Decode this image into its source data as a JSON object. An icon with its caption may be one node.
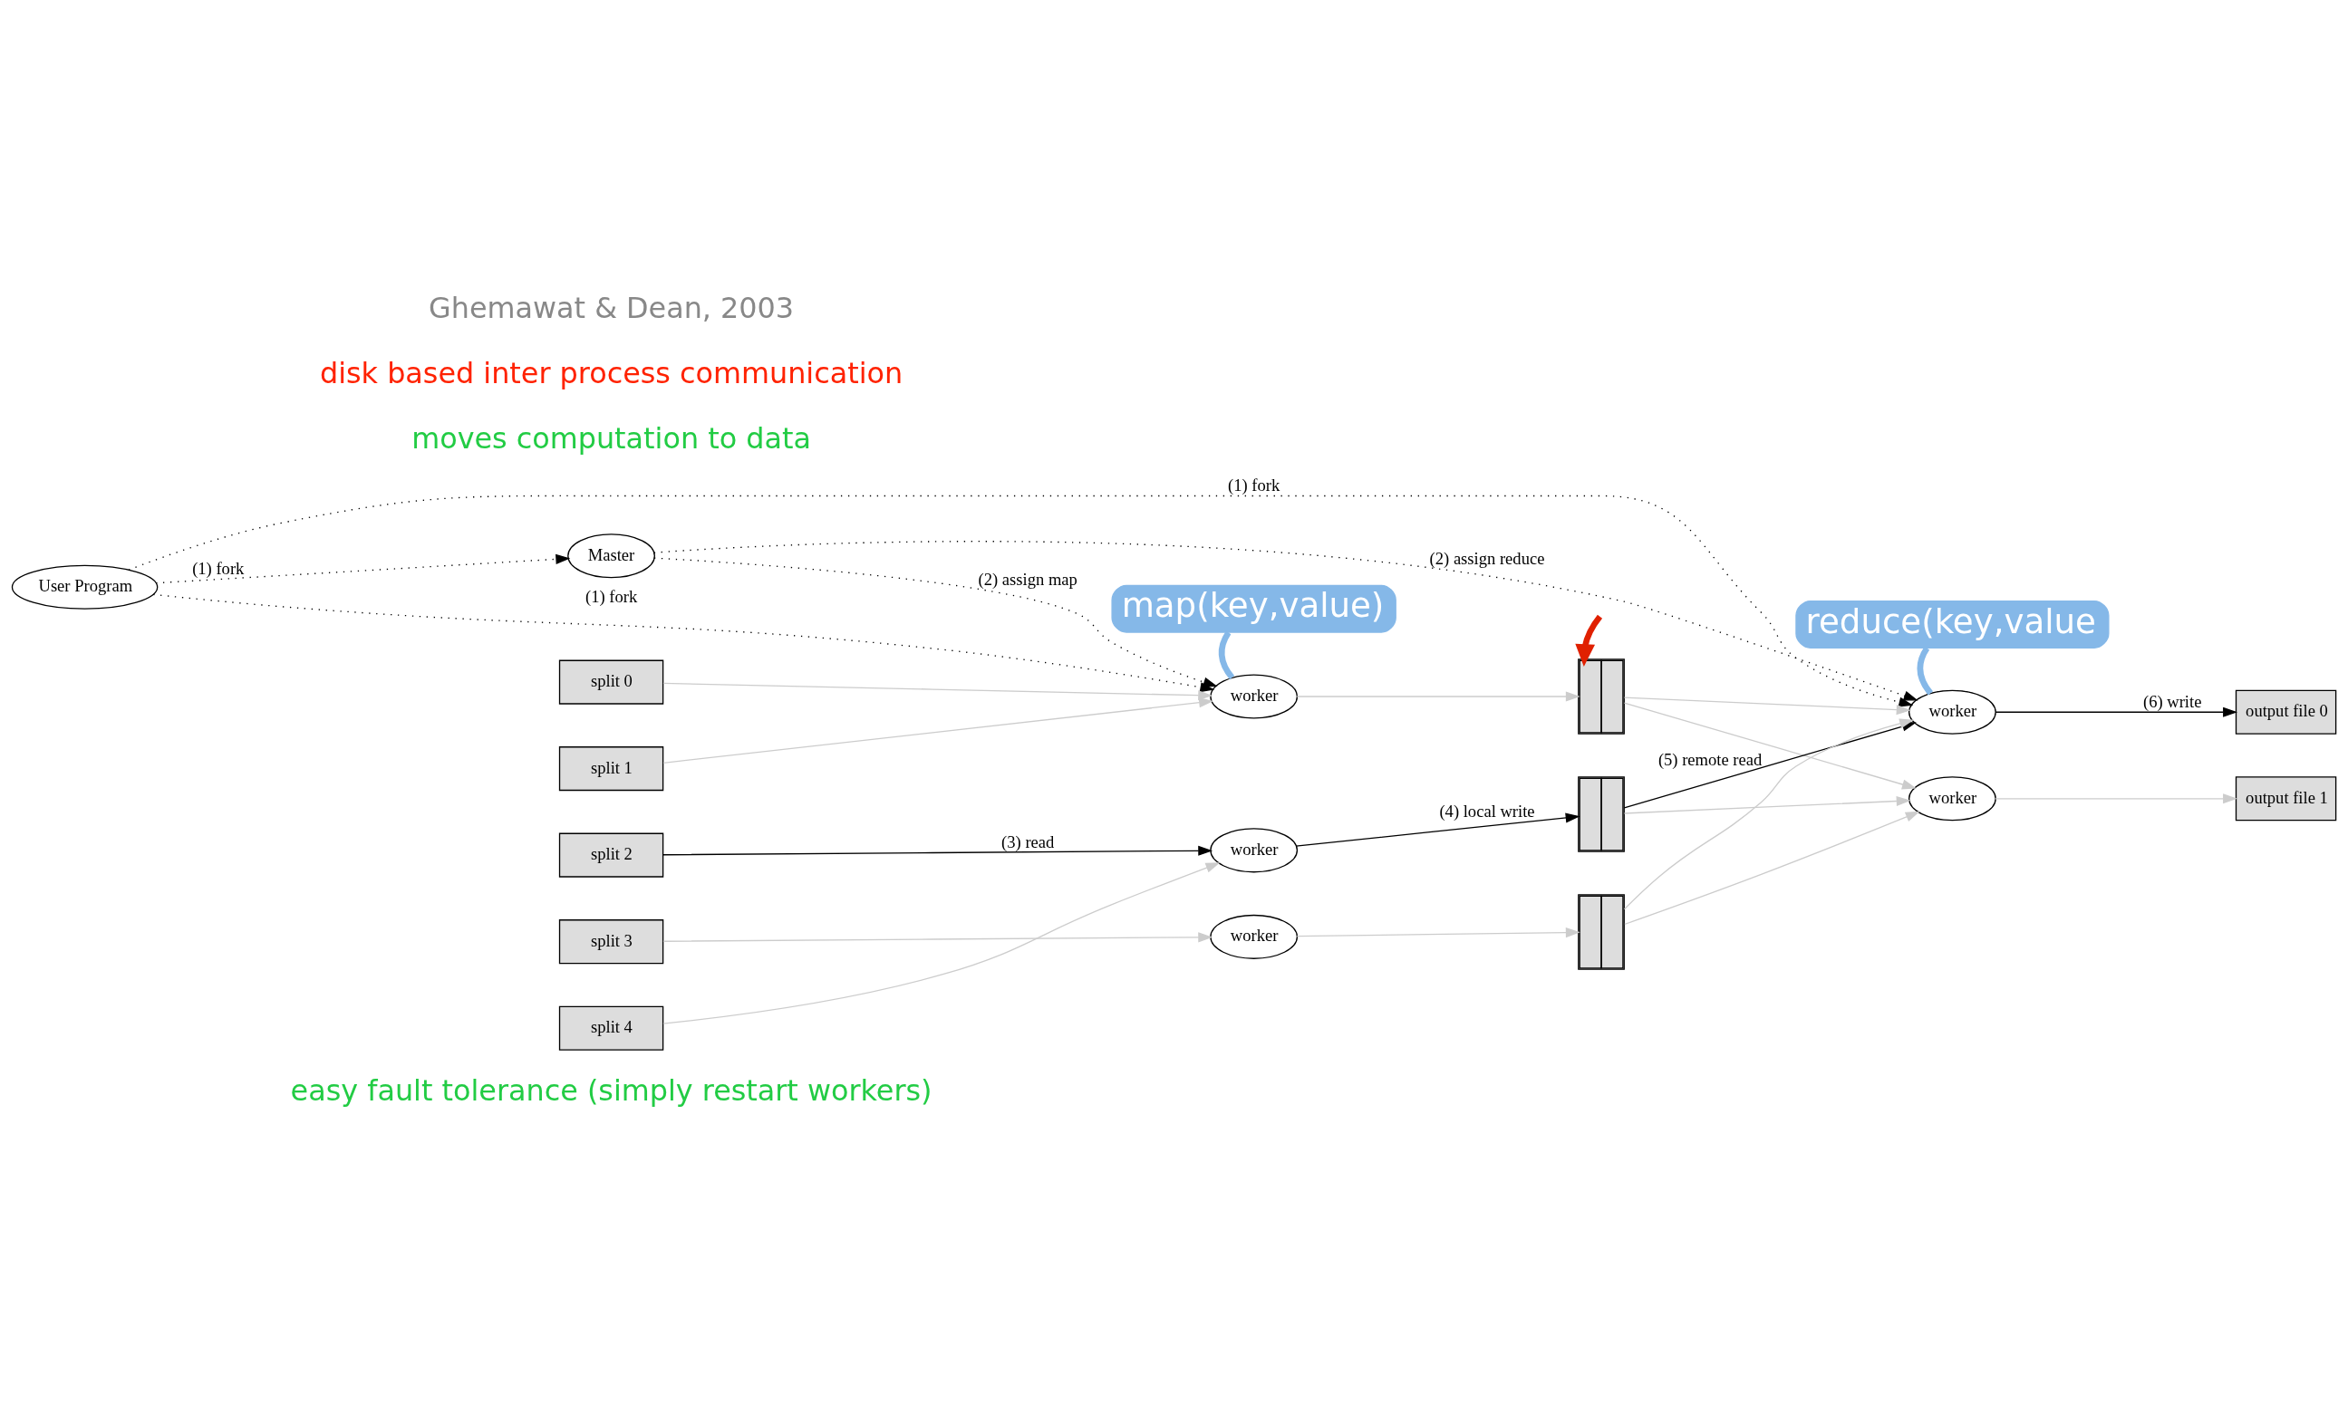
{
  "diagram": {
    "nodes": [
      {
        "text": [
          "User Program"
        ]
      },
      {
        "text": [
          "Master"
        ]
      },
      {
        "text": [
          "map(key,value)"
        ]
      },
      {
        "text": [
          "reduce(key,value"
        ]
      },
      {
        "text": [
          "split 0"
        ]
      },
      {
        "text": [
          "split 1"
        ]
      },
      {
        "text": [
          "split 2"
        ]
      },
      {
        "text": [
          "split 3"
        ]
      },
      {
        "text": [
          "split 4"
        ]
      },
      {
        "text": [
          "worker"
        ]
      },
      {
        "text": [
          "worker"
        ]
      },
      {
        "text": [
          "worker"
        ]
      },
      {
        "text": [],
        "shape": "box"
      },
      {
        "text": [],
        "shape": "box"
      },
      {
        "text": [],
        "shape": "box"
      },
      {
        "text": [
          "worker"
        ]
      },
      {
        "text": [
          "worker"
        ]
      },
      {
        "text": [
          "output file 0"
        ]
      },
      {
        "text": [
          "output file 1"
        ]
      }
    ],
    "edges": [
      {
        "from": 0,
        "to": 9,
        "label": "(1) fork",
        "arrow": "to",
        "style": "dashed",
        "color": "#000000"
      },
      {
        "from": 0,
        "to": 1,
        "label": "(1) fork",
        "arrow": "to",
        "style": "dashed",
        "color": "#000000"
      },
      {
        "from": 0,
        "to": 15,
        "label": "(1) fork",
        "arrow": "to",
        "style": "dashed",
        "color": "#000000"
      },
      {
        "from": 1,
        "to": 9,
        "label": "(2) assign map",
        "arrow": "to",
        "style": "dashed",
        "color": "#000000"
      },
      {
        "from": 1,
        "to": 15,
        "label": "(2) assign reduce",
        "arrow": "to",
        "style": "dashed",
        "color": "#000000"
      },
      {
        "from": 4,
        "to": 9,
        "arrow": "to",
        "color": "#cccccc"
      },
      {
        "from": 5,
        "to": 9,
        "arrow": "to",
        "color": "#cccccc"
      },
      {
        "from": 6,
        "to": 10,
        "label": "(3) read",
        "arrow": "to",
        "color": "#000000"
      },
      {
        "from": 7,
        "to": 11,
        "arrow": "to",
        "color": "#cccccc"
      },
      {
        "from": 8,
        "to": 10,
        "arrow": "to",
        "color": "#cccccc"
      },
      {
        "from": 9,
        "to": 12,
        "arrow": "to",
        "color": "#cccccc"
      },
      {
        "from": 10,
        "to": 13,
        "label": "(4) local write",
        "arrow": "to",
        "color": "#000000"
      },
      {
        "from": 11,
        "to": 14,
        "arrow": "to",
        "color": "#cccccc"
      },
      {
        "from": 12,
        "to": 15,
        "arrow": "to",
        "color": "#cccccc"
      },
      {
        "from": 12,
        "to": 16,
        "arrow": "to",
        "color": "#cccccc"
      },
      {
        "from": 13,
        "to": 15,
        "label": "(5) remote read",
        "arrow": "to",
        "color": "#000000"
      },
      {
        "from": 13,
        "to": 16,
        "arrow": "to",
        "color": "#cccccc"
      },
      {
        "from": 14,
        "to": 15,
        "arrow": "to",
        "color": "#cccccc"
      },
      {
        "from": 14,
        "to": 16,
        "arrow": "to",
        "color": "#cccccc"
      },
      {
        "from": 15,
        "to": 17,
        "label": "(6) write",
        "arrow": "to",
        "color": "#000000"
      },
      {
        "from": 16,
        "to": 18,
        "arrow": "to",
        "color": "#cccccc"
      },
      {
        "from": 2,
        "to": 9,
        "arrow": "none",
        "style": "thick",
        "color": "#85b8e8"
      },
      {
        "from": 3,
        "to": 15,
        "arrow": "none",
        "style": "thick",
        "color": "#85b8e8"
      },
      {
        "from": null,
        "to": 12,
        "arrow": "to",
        "style": "thick",
        "color": "#e02000"
      }
    ],
    "labels": [
      "easy fault tolerance (simply restart workers)",
      "moves computation to data",
      "disk based inter process communication",
      "Ghemawat & Dean, 2003"
    ]
  }
}
